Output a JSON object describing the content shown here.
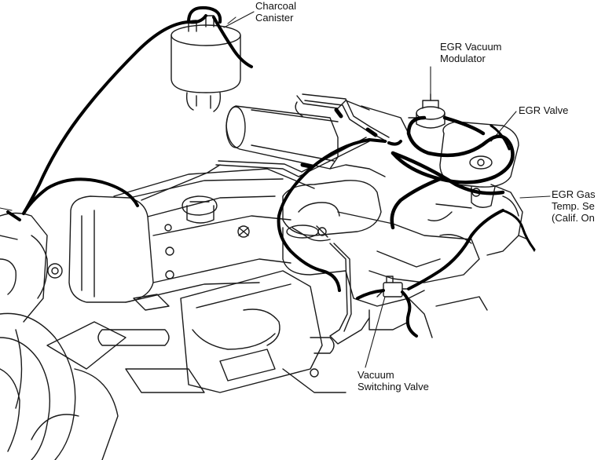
{
  "labels": {
    "charcoal_canister": [
      "Charcoal",
      "Canister"
    ],
    "egr_vacuum_modulator": [
      "EGR Vacuum",
      "Modulator"
    ],
    "egr_valve": [
      "EGR Valve"
    ],
    "egr_gas_temp_sensor": [
      "EGR Gas",
      "Temp. Se",
      "(Calif. On"
    ],
    "vacuum_switching_valve": [
      "Vacuum",
      "Switching Valve"
    ]
  },
  "colors": {
    "line": "#1a1a1a",
    "hose": "#000000",
    "background": "#ffffff"
  }
}
